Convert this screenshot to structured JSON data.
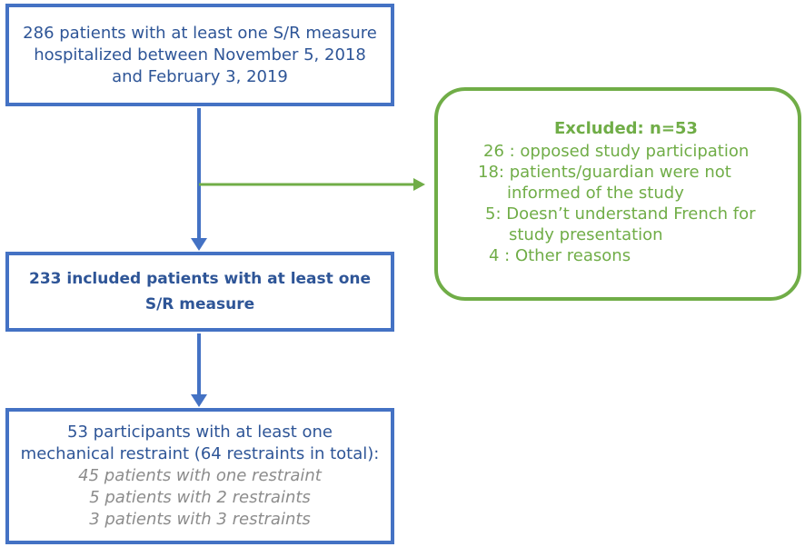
{
  "top_box": {
    "lines": [
      "286 patients with at least one S/R measure",
      "hospitalized between November 5, 2018",
      "and February 3, 2019"
    ]
  },
  "middle_box": {
    "lines": [
      "233 included patients with  at least one",
      "S/R measure"
    ]
  },
  "bottom_box": {
    "lines": [
      "53 participants with at least one",
      "mechanical restraint (64 restraints in total):"
    ],
    "details": [
      "45 patients with one restraint",
      "5 patients with 2 restraints",
      "3 patients with 3 restraints"
    ]
  },
  "excluded_box": {
    "heading": "Excluded: n=53",
    "reasons": [
      {
        "text": "26 : opposed study participation",
        "cont": ""
      },
      {
        "text": "18: patients/guardian were not",
        "cont": "informed of the study"
      },
      {
        "text": "5: Doesn’t understand French for",
        "cont": "study presentation"
      },
      {
        "text": "4 : Other reasons",
        "cont": ""
      }
    ]
  },
  "colors": {
    "flow_blue": "#4472c4",
    "text_blue": "#2e5597",
    "excluded_green": "#70ad47",
    "detail_gray": "#8c8c8c"
  }
}
